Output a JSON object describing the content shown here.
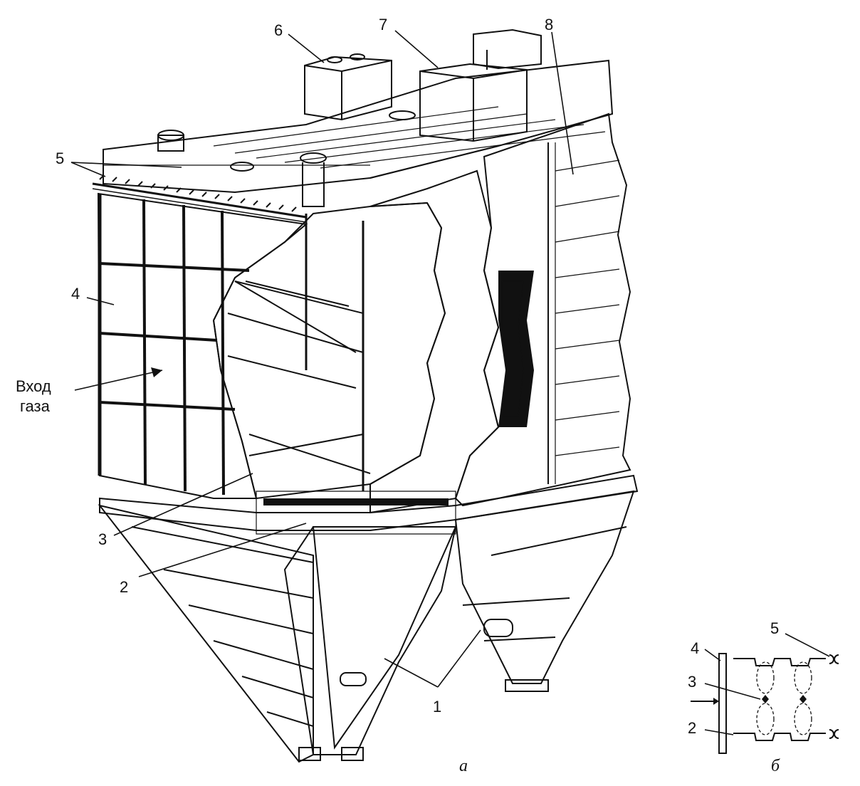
{
  "figure": {
    "labels": {
      "l1": "1",
      "l2": "2",
      "l3": "3",
      "l4": "4",
      "l5": "5",
      "l6": "6",
      "l7": "7",
      "l8": "8"
    },
    "gas_inlet": {
      "line1": "Вход",
      "line2": "газа"
    },
    "caption_a": "а"
  },
  "detail": {
    "labels": {
      "l2": "2",
      "l3": "3",
      "l4": "4",
      "l5": "5"
    },
    "caption_b": "б"
  }
}
